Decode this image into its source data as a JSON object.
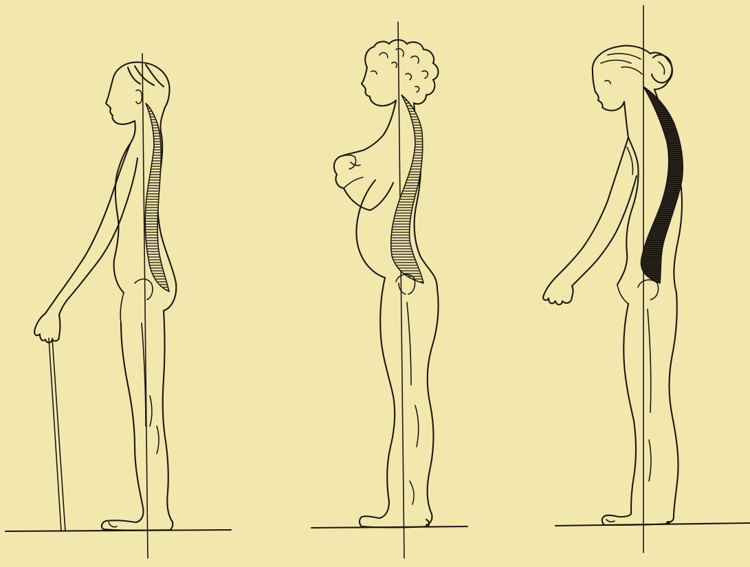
{
  "plate": {
    "paper_color": "#f2e8ae",
    "ink_color": "#1a1712",
    "spine_fill": "url(#hatch)",
    "figures": [
      {
        "id": "man-with-cane"
      },
      {
        "id": "child-curly-hair"
      },
      {
        "id": "woman-hair-bun"
      }
    ]
  }
}
